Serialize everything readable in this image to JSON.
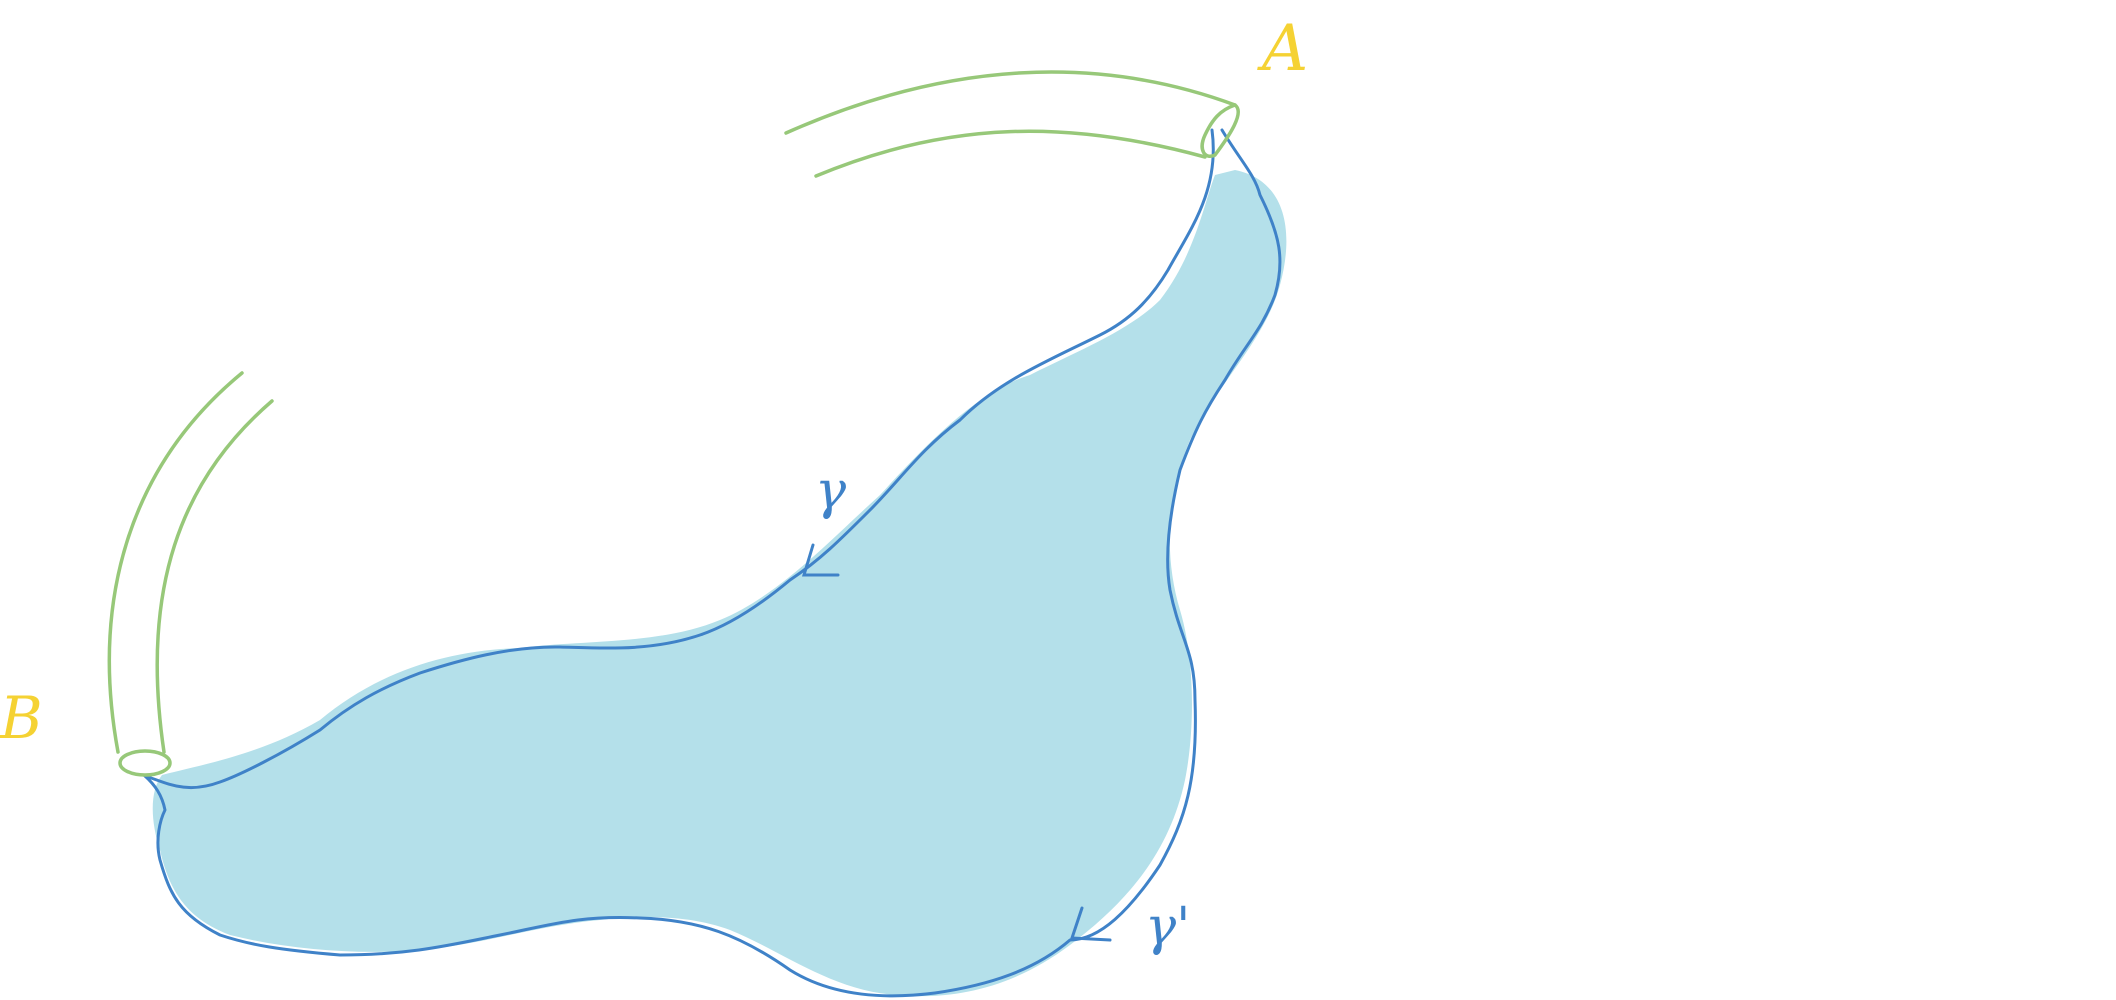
{
  "labels": {
    "point_a": "A",
    "point_b": "B",
    "path_gamma": "γ",
    "path_gamma_prime": "γ'"
  },
  "colors": {
    "region_fill": "#b4e0ea",
    "path_stroke": "#3f82c8",
    "arc_stroke": "#97c879",
    "point_label": "#f5d233"
  }
}
